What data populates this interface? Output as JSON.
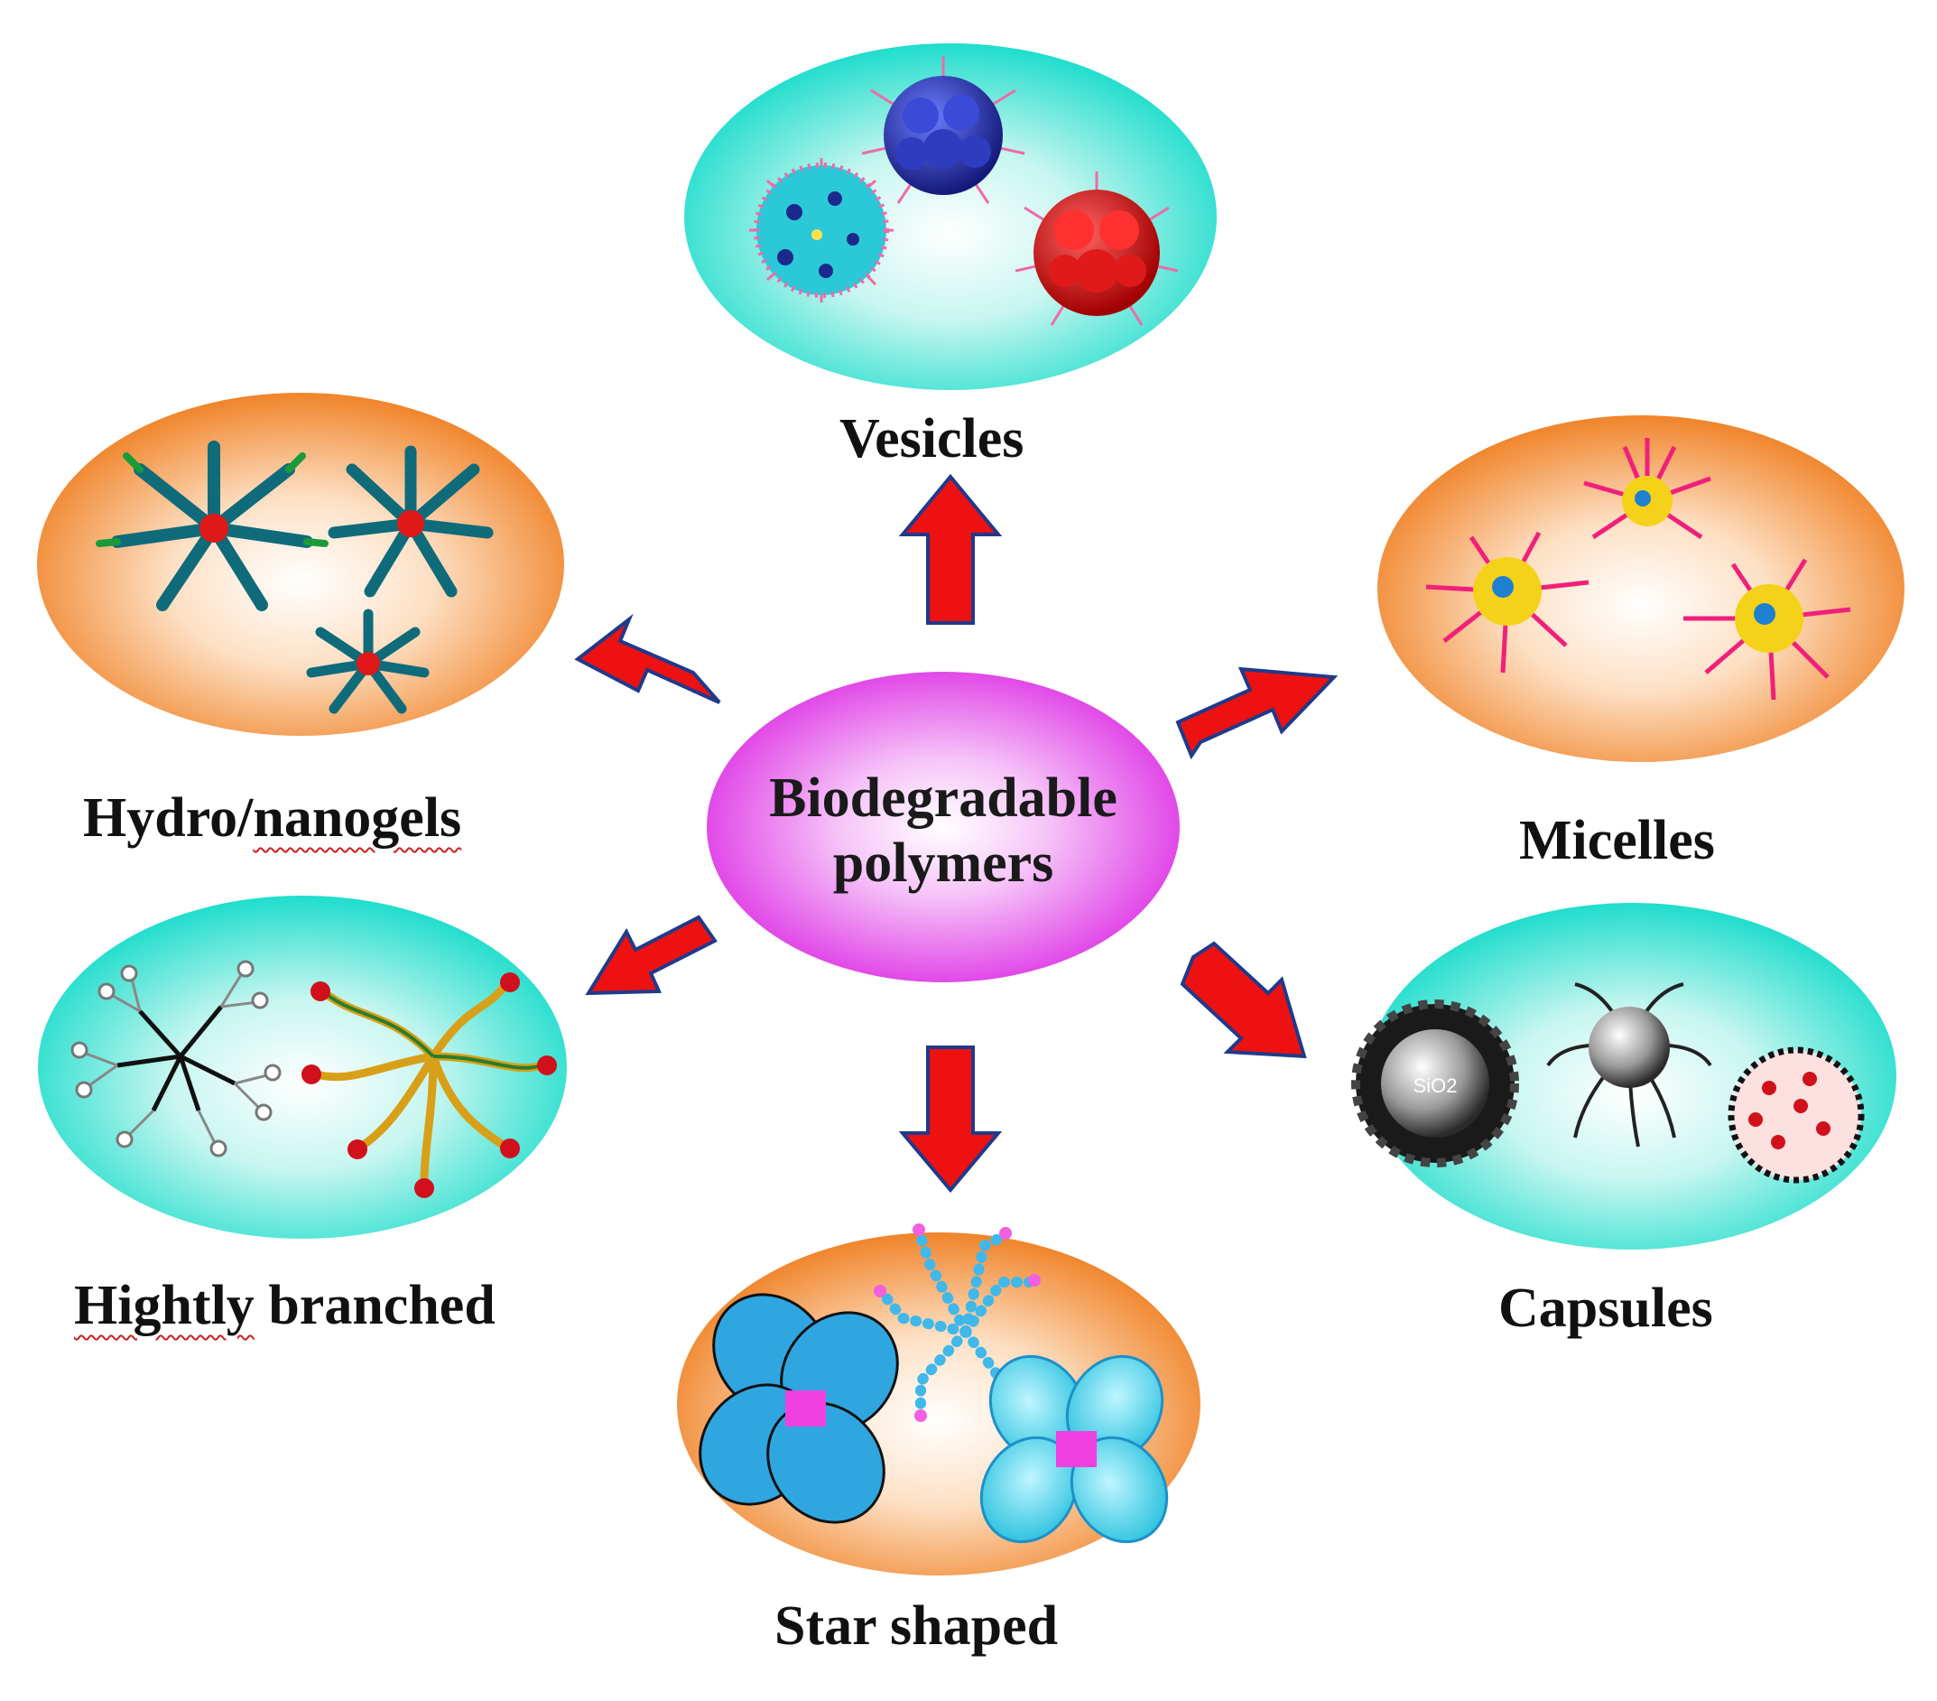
{
  "center": {
    "line1": "Biodegradable",
    "line2": "polymers"
  },
  "nodes": {
    "vesicles": {
      "label": "Vesicles"
    },
    "hydro": {
      "label_main": "Hydro/",
      "label_flagged": "nanogels"
    },
    "micelles": {
      "label": "Micelles"
    },
    "branched": {
      "label_flagged": "Hightly",
      "label_rest": " branched"
    },
    "capsules": {
      "label": "Capsules",
      "core_text": "SiO2"
    },
    "star": {
      "label": "Star shaped"
    }
  },
  "colors": {
    "arrow_fill": "#ee1111",
    "arrow_stroke": "#1f3a8a",
    "teal": "#25e0d0",
    "orange": "#f28a2e",
    "magenta": "#e040e8"
  }
}
